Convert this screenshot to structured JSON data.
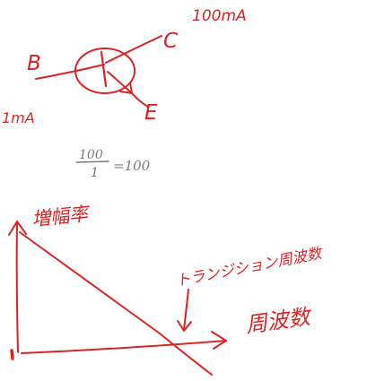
{
  "ink": {
    "red": "#d82424",
    "gray": "#7c7c7c"
  },
  "transistor": {
    "base_label": "B",
    "collector_label": "C",
    "emitter_label": "E",
    "collector_current": "100mA",
    "base_current": "1mA"
  },
  "gain_formula": {
    "numerator": "100",
    "denominator": "1",
    "result": "=100"
  },
  "graph": {
    "y_axis_label": "増幅率",
    "x_axis_label": "周波数",
    "annotation": "トランジション周波数"
  }
}
